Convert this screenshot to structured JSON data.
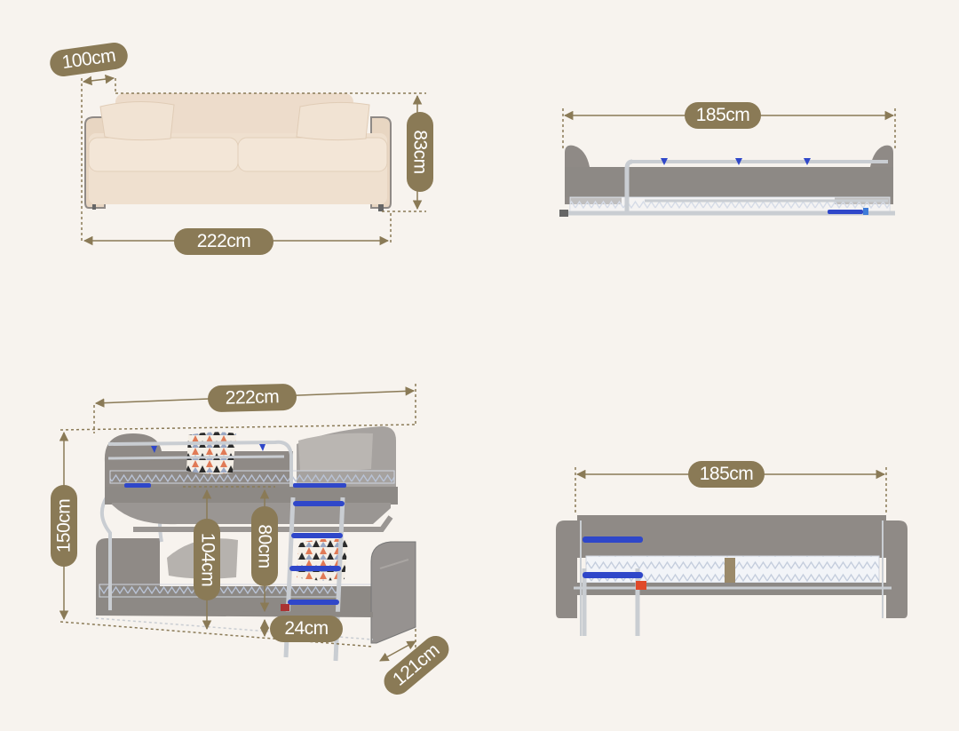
{
  "dimensions": {
    "sofa_depth": "100cm",
    "sofa_height": "83cm",
    "sofa_width": "222cm",
    "top_right_width": "185cm",
    "bunk_width": "222cm",
    "bunk_height": "150cm",
    "lower_clearance": "104cm",
    "upper_clearance": "80cm",
    "floor_clearance": "24cm",
    "bunk_depth": "121cm",
    "bottom_right_width": "185cm"
  },
  "colors": {
    "background": "#f7f3ee",
    "label_pill": "#8a7a56",
    "dimension_line": "#8a7a56",
    "sofa_fabric": "#efe0cf",
    "bed_fabric": "#8f8a86",
    "mattress": "#f2f4f8",
    "rail_blue": "#2f47c9",
    "metal": "#c9cdd2"
  }
}
